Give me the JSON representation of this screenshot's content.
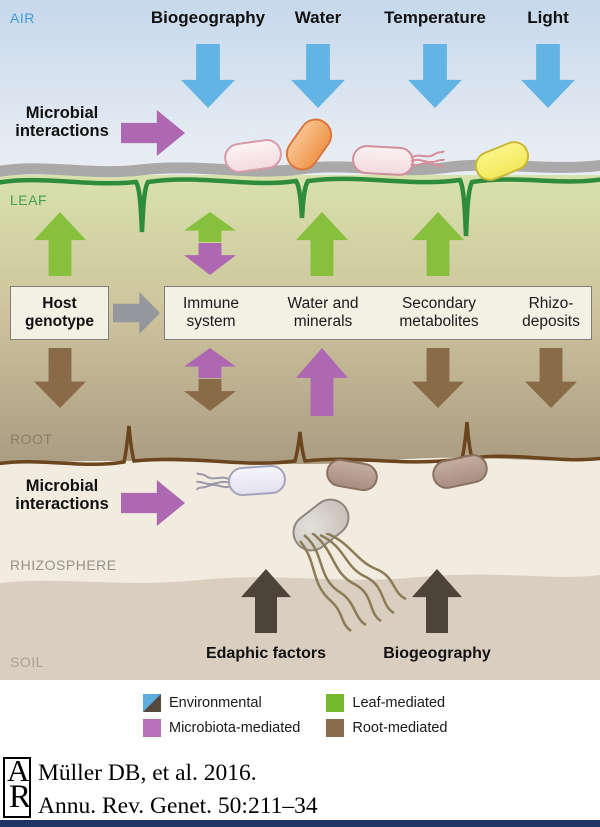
{
  "diagram": {
    "zone_labels": {
      "air": "AIR",
      "leaf": "LEAF",
      "root": "ROOT",
      "rhizosphere": "RHIZOSPHERE",
      "soil": "SOIL"
    },
    "air_factors": [
      "Biogeography",
      "Water",
      "Temperature",
      "Light"
    ],
    "microbial_interactions_label": "Microbial\ninteractions",
    "host_genotype_label": "Host\ngenotype",
    "mediators": [
      "Immune\nsystem",
      "Water and\nminerals",
      "Secondary\nmetabolites",
      "Rhizo-\ndeposits"
    ],
    "soil_factors": [
      "Edaphic factors",
      "Biogeography"
    ]
  },
  "legend": {
    "items": [
      {
        "label": "Environmental",
        "swatch": "blue-brown-split"
      },
      {
        "label": "Leaf-mediated",
        "swatch": "green"
      },
      {
        "label": "Microbiota-mediated",
        "swatch": "purple"
      },
      {
        "label": "Root-mediated",
        "swatch": "brown"
      }
    ]
  },
  "citation": {
    "logo_a": "A",
    "logo_r": "R",
    "line1": "Müller DB, et al. 2016.",
    "line2": "Annu. Rev. Genet. 50:211–34"
  },
  "colors": {
    "environmental_blue": "#62b4e4",
    "microbiota_purple": "#ae68b2",
    "leaf_green": "#86c03c",
    "root_brown": "#8a6b49",
    "soil_arrow_dark": "#4d4339",
    "host_arrow_gray": "#94979c",
    "air_label": "#3f9bd8",
    "leaf_label": "#42a048",
    "root_label": "#8d7f63",
    "rhizosphere_label": "#97908a",
    "soil_label": "#a8a096"
  }
}
